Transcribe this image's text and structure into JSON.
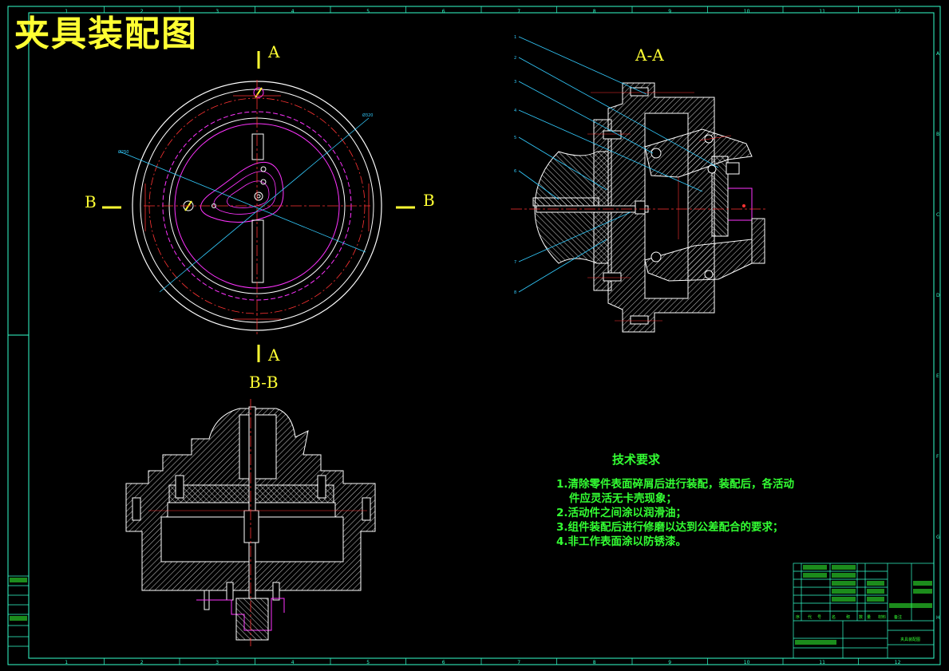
{
  "drawing": {
    "title": "夹具装配图",
    "section_labels": {
      "a_top": "A",
      "a_bottom": "A",
      "b_left": "B",
      "b_right": "B",
      "view_aa": "A-A",
      "view_bb": "B-B"
    },
    "dims": {
      "d1": "Ø250",
      "d2": "Ø320"
    },
    "leader_numbers": [
      "1",
      "2",
      "3",
      "4",
      "5",
      "6",
      "7",
      "8"
    ]
  },
  "tech_requirements": {
    "title": "技术要求",
    "lines": [
      "1.清除零件表面碎屑后进行装配，装配后，各活动",
      "件应灵活无卡壳现象；",
      "2.活动件之间涂以润滑油；",
      "3.组件装配后进行修磨以达到公差配合的要求；",
      "4.非工作表面涂以防锈漆。"
    ]
  },
  "frame": {
    "column_numbers": [
      "1",
      "2",
      "3",
      "4",
      "5",
      "6",
      "7",
      "8",
      "9",
      "10",
      "11",
      "12"
    ],
    "row_letters": [
      "A",
      "B",
      "C",
      "D",
      "E",
      "F",
      "G",
      "H"
    ]
  },
  "title_block": {
    "name": "夹具装配图",
    "headers": [
      "序",
      "代",
      "号",
      "名",
      "称",
      "数",
      "量",
      "材料",
      "备注"
    ]
  },
  "colors": {
    "frame": "#33ffcc",
    "outline": "#ffffff",
    "center": "#ff3333",
    "hidden": "#ff33ff",
    "leader": "#33ccff",
    "title": "#ffff33",
    "text": "#33ff33"
  }
}
